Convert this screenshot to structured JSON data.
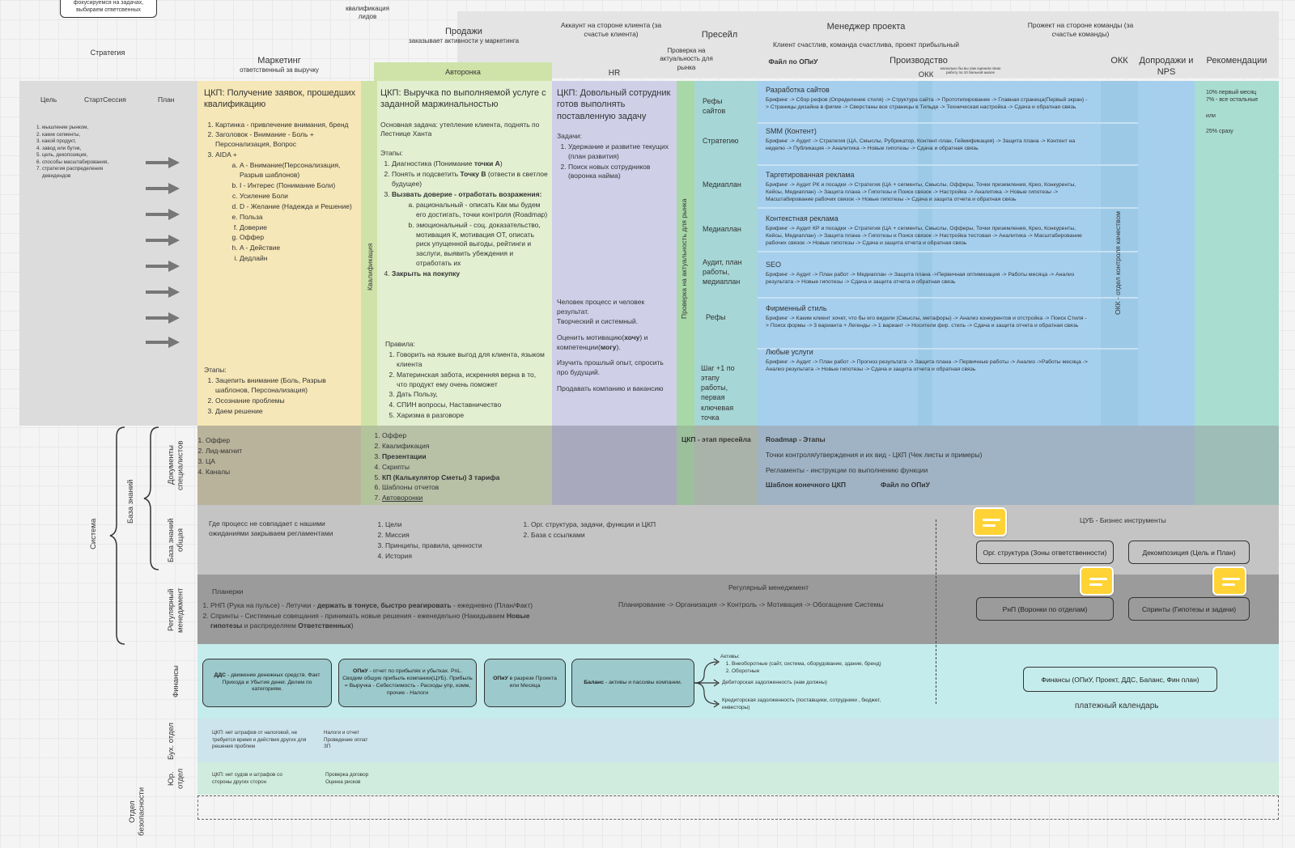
{
  "top": {
    "note_box": "фокусируемся на задачах, выбираем ответсвенных",
    "kvalif_leads": "квалификация лидов"
  },
  "headers": {
    "strategy": "Стратегия",
    "marketing": {
      "title": "Маркетинг",
      "sub": "ответственный за выручку"
    },
    "sales": {
      "title": "Продажи",
      "sub": "заказывает активности у маркетинга"
    },
    "avtoronka": "Авторонка",
    "account": "Аккаунт на стороне клиента (за счастье клиента)",
    "hr": "HR",
    "check_actual": "Проверка на актуальность для рынка",
    "presale": "Пресейл",
    "pm": {
      "title": "Менеджер проекта",
      "sub": "Клиент счастлив, команда счастлива, проект прибыльный"
    },
    "opiu_file": "Файл по ОПиУ",
    "production": "Производство",
    "okk_small": "ОКК",
    "okk_tiny": "насколько бы вы сам оценили свою работу по 10 бальной шкале",
    "project_team": "Прожект на стороне команды (за счастье команды)",
    "okk": "ОКК",
    "upsell": "Допродажи и NPS",
    "reco": "Рекомендации"
  },
  "strategy": {
    "cols": [
      "Цель",
      "СтартСессия",
      "План"
    ],
    "list": [
      "мышление рынком,",
      "какие сегменты,",
      "какой продукт,",
      "завод или бутик,",
      "цель, декопозиция,",
      "способы масштабирования,",
      "стратегия распределения девидендов"
    ]
  },
  "marketing": {
    "title": "ЦКП: Получение заявок, прошедших квалификацию",
    "items": [
      "Картинка - привлечение внимания, бренд",
      "Заголовок - Внимание - Боль + Персонализация, Вопрос",
      "AIDA +"
    ],
    "aida": [
      "A - Внимание(Персонализация, Разрыв шаблонов)",
      "I - Интерес (Понимание Боли)",
      "Усиление Боли",
      "D - Желание (Надежда и Решение)",
      "Польза",
      "Доверие",
      "Оффер",
      "A - Действие",
      "Дедлайн"
    ],
    "stages_label": "Этапы:",
    "stages": [
      "Зацепить внимание (Боль, Разрыв шаблонов, Персонализация)",
      "Осознание проблемы",
      "Даем решение"
    ]
  },
  "qualification": "Квалификация",
  "sales": {
    "title": "ЦКП: Выручка по выполняемой услуге с заданной маржинальностью",
    "task": "Основная задача: утепление клиента, поднять по Лестнице Ханта",
    "stages_label": "Этапы:",
    "s1": "Диагностика (Понимание ",
    "s1b": "точки А",
    "s1c": ")",
    "s2": "Понять и подсветить ",
    "s2b": "Точку В",
    "s2c": " (отвести в светлое будущее)",
    "s3": "Вызвать доверие - отработать возражения:",
    "s3a": "рациональный - описать Как мы будем его достигать, точки контроля (Roadmap)",
    "s3b": "эмоциональный - соц. доказательство, мотивация К, мотивация ОТ, описать риск упущенной выгоды, рейтинги и заслуги, выявить убеждения и отработать их",
    "s4": "Закрыть на покупку",
    "rules_label": "Правила:",
    "rules": [
      "Говорить на языке выгод для клиента, языком клиента",
      "Материнская забота, искренняя верна в то, что продукт ему очень поможет",
      "Дать Пользу,",
      "СПИН вопросы, Наставничество",
      "Харизма в разговоре"
    ]
  },
  "hr": {
    "title": "ЦКП: Довольный сотрудник готов выполнять поставленную задачу",
    "tasks_label": "Задачи:",
    "tasks": [
      "Удержание и развитие текущих (план развития)",
      "Поиск новых сотрудников (воронка найма)"
    ],
    "p1": "Человек процесс и человек результат.",
    "p2": "Творческий и системный.",
    "p3a": "Оценить мотивацию(",
    "p3b": "хочу",
    "p3c": ") и компетенции(",
    "p3d": "могу",
    "p3e": ").",
    "p4": "Изучить прошлый опыт, спросить про будущий.",
    "p5": "Продавать компанию и вакансию"
  },
  "check_vertical": "Проверка на актуальность для рынка",
  "presale_items": [
    "Рефы сайтов",
    "Стратегию",
    "Медиаплан",
    "Медиаплан",
    "Аудит, план работы, медиаплан",
    "Рефы",
    "Шаг +1 по этапу работы, первая ключевая точка"
  ],
  "services": [
    {
      "title": "Разработка сайтов",
      "text": "Брифинг -> Сбор рефов (Определение стиля) -> Структура сайта -> Прототипирование -> Главная страница(Первый экран) -> Страницы дизайна в фигме -> Сверстаны все страницы в Тильде -> Техническая настройка -> Сдача и обратная связь"
    },
    {
      "title": "SMM (Контент)",
      "text": "Брифинг -> Аудит -> Стратегия (ЦА, Смыслы, Рубрикатор, Контент-план, Геймификация) -> Защита плана -> Контент на неделю -> Публикация -> Аналитика -> Новые гипотезы -> Сдача и обратная связь"
    },
    {
      "title": "Таргетированная реклама",
      "text": "Брифинг -> Аудит РК и посадки -> Стратегия (ЦА + сегменты, Смыслы, Офферы, Точки приземления, Крео, Конкуренты, Кейсы, Медиаплан) -> Защита плана -> Гипотезы и Поиск связок -> Настройка -> Аналитика -> Новые гипотезы -> Масштабирование рабочих связок -> Новые гипотезы -> Сдача и защита отчета и обратная связь"
    },
    {
      "title": "Контекстная реклама",
      "text": "Брифинг -> Аудит КР и посадки -> Стратегия (ЦА + сегменты, Смыслы, Офферы, Точки приземления, Крео, Конкуренты, Кейсы, Медиаплан) -> Защита плана -> Гипотезы и Поиск связок -> Настройка тестовая -> Аналитика -> Масштабирование рабочих связок -> Новые гипотезы -> Сдача и защита отчета и обратная связь"
    },
    {
      "title": "SEO",
      "text": "Брифинг -> Аудит -> План работ -> Медиаплан -> Защита плана ->Первичная оптимизация -> Работы месяца -> Анализ результата -> Новые гипотезы -> Сдача и защита отчета и обратная связь"
    },
    {
      "title": "Фирменный стиль",
      "text": "Брифинг -> Каким клиент хочет, что бы его видели (Смыслы, метафоры) -> Анализ конкурентов и отстройка -> Поиск Стиля -> Поиск формы -> 3 варианта + Легенды -> 1 вариант -> Носители фир. стиль -> Сдача и защита отчета и обратная связь"
    },
    {
      "title": "Любые услуги",
      "text": "Брифинг -> Аудит -> План работ -> Прогноз результата -> Защита плана -> Первичные работы -> Анализ ->Работы месяца -> Анализ результата -> Новые гипотезы -> Сдача и защита отчета и обратная связь"
    }
  ],
  "okk_vertical": "ОКК - отдел контроля качеством",
  "reco": [
    "10% первый месяц",
    "7% - все остальные",
    "или",
    "25% сразу"
  ],
  "row_labels": {
    "docs": "Документы специалистов",
    "kb_general": "База знаний общая",
    "regular": "Регулярный менеджмент",
    "finance": "Финансы",
    "buh": "Бух. отдел",
    "law": "Юр. отдел",
    "security": "Отдел безопасности",
    "kb": "База знаний",
    "system": "Система"
  },
  "docs": {
    "marketing": [
      "Оффер",
      "Лид-магнит",
      "ЦА",
      "Каналы"
    ],
    "sales": [
      "Оффер",
      "Квалификация",
      "Презентации",
      "Скрипты",
      "КП (Калькулятор Сметы) 3 тарифа",
      "Шаблоны отчетов",
      "Автоворонки"
    ],
    "presale": "ЦКП - этап пресейла",
    "roadmap": "Roadmap - Этапы",
    "control": "Точки контроля/утверждения и их вид - ЦКП (Чек листы и примеры)",
    "regl": "Регламенты - инструкции по выполнению функции",
    "template": "Шаблон конечного ЦКП",
    "opiu": "Файл по ОПиУ"
  },
  "kb": {
    "text1": "Где процесс не совпадает с нашими ожиданиями закрываем регламентами",
    "list1": [
      "Цели",
      "Миссия",
      "Принципы, правила, ценности",
      "История"
    ],
    "list2": [
      "Орг. структура, задачи, функции и ЦКП",
      "База с ссылками"
    ],
    "cub_title": "ЦУБ - Бизнес инструменты",
    "btn1": "Орг. структура (Зоны ответственности)",
    "btn2": "Декомпозиция (Цель и План)"
  },
  "regular": {
    "plan_label": "Планерки",
    "l1a": "РНП (Рука на пульсе) - Летучки - ",
    "l1b": "держать в тонусе, быстро реагировать",
    "l1c": " - ежедневно (План/Факт)",
    "l2a": "Спринты - Системные совещания - принимать новые решения - еженедельно (Накидываем ",
    "l2b": "Новые гипотезы",
    "l2c": " и распределяем ",
    "l2d": "Ответственных",
    "l2e": ")",
    "center_title": "Регулярный менеджмент",
    "chain": "Планирование -> Организация -> Контроль -> Мотивация -> Обогащение Системы",
    "btn1": "РнП (Воронки по отделам)",
    "btn2": "Спринты (Гипотезы и задачи)"
  },
  "finance": {
    "b1a": "ДДС",
    "b1b": " - движение денежных средств. Факт Прихода и Убытия денег. Делим по категориям.",
    "b2a": "ОПиУ",
    "b2b": " - отчет по прибылях и убытках. PnL. Сводим общую прибыль компании(ЦУБ). Прибыль = Выручка - Себестоимость - Расходы упр, комм, прочие - Налоги",
    "b3a": "ОПиУ",
    "b3b": " в разрезе Проекта или Месяца",
    "b4a": "Баланс",
    "b4b": " - активы и пассивы компании.",
    "assets_label": "Активы:",
    "assets": [
      "Внеоборотные (сайт, система, оборудование, здание, бренд)",
      "Оборотные"
    ],
    "receivable": "Дебиторская задолженность (нам должны)",
    "payable": "Кредиторская задолженность (поставщики, сотрудники , бюджет, инвесторы)",
    "btn": "Финансы (ОПиУ, Проект, ДДС, Баланс, Фин план)",
    "calendar": "платежный календарь"
  },
  "buh": {
    "t1": "ЦКП: нет штрафов от налоговой, не требуется время и действия других для решения проблем",
    "t2": "Налоги и отчет Проведение оплат ЗП"
  },
  "law": {
    "t1": "ЦКП: нет судов и штрафов со стороны других сторон",
    "t2": "Проверка договор Оценка рисков"
  },
  "colors": {
    "marketing": "#f6e7b8",
    "qual": "#cfe3a8",
    "sales": "#e2efd0",
    "hr": "#cfcfe8",
    "check": "#a8d8a8",
    "presale": "#a6d6d6",
    "prod": "#a6cfee",
    "okk": "#9cc9e6",
    "reco": "#a9ddd0",
    "docs": "#b4b4a2",
    "kb": "#c4c4c4",
    "regular": "#9b9b9b",
    "finance": "#c5ecec",
    "buh": "#cde4ec",
    "law": "#cfecde"
  }
}
